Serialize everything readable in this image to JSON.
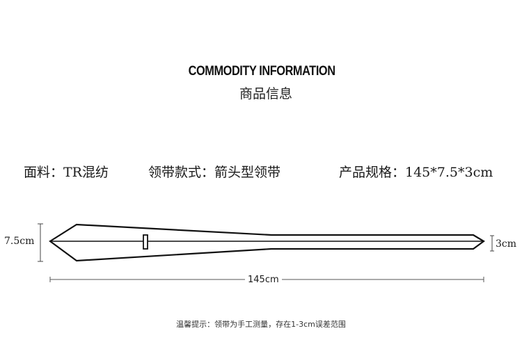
{
  "heading": {
    "english": "COMMODITY INFORMATION",
    "chinese": "商品信息"
  },
  "specs": [
    {
      "label": "面料：TR混纺"
    },
    {
      "label": "领带款式：箭头型领带"
    },
    {
      "label": "产品规格：145*7.5*3cm"
    }
  ],
  "dimensions": {
    "wide_end": "7.5cm",
    "narrow_end": "3cm",
    "length": "145cm"
  },
  "tip": "温馨提示：领带为手工测量，存在1-3cm误差范围"
}
